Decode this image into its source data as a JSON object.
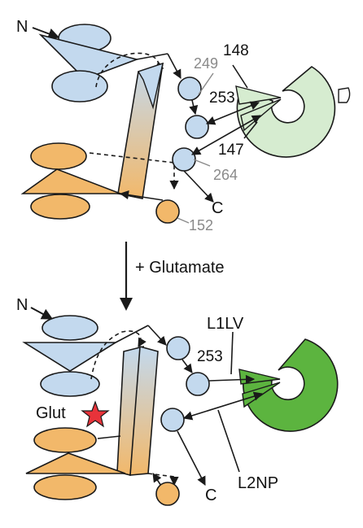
{
  "colors": {
    "blue_fill": "#c3d9ee",
    "orange_fill": "#f2b86a",
    "light_green_fill": "#d6ecd0",
    "bright_green_fill": "#5cb43f",
    "star_red": "#e8333a",
    "stroke": "#1a1a1a",
    "gray_label": "#8a8a8a"
  },
  "top_panel": {
    "n_label": "N",
    "c_label": "C",
    "residue_249": "249",
    "residue_253": "253",
    "residue_264": "264",
    "residue_148": "148",
    "residue_147": "147",
    "residue_152": "152"
  },
  "transition": {
    "label": "+ Glutamate"
  },
  "bottom_panel": {
    "n_label": "N",
    "c_label": "C",
    "residue_253": "253",
    "glut_label": "Glut",
    "l1lv_label": "L1LV",
    "l2np_label": "L2NP"
  }
}
